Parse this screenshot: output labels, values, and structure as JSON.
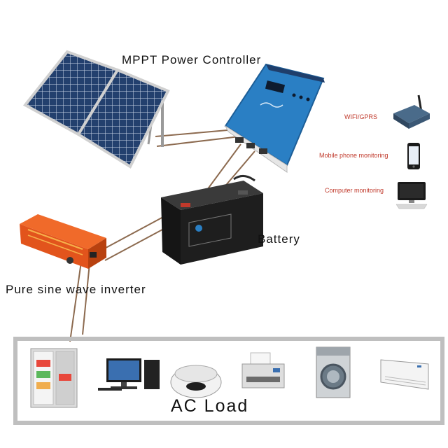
{
  "labels": {
    "controller": "MPPT Power Controller",
    "battery": "Battery",
    "inverter": "Pure sine wave inverter",
    "load": "AC Load",
    "wifi": "WIFI/GPRS",
    "mobile": "Mobile phone monitoring",
    "computer": "Computer monitoring"
  },
  "colors": {
    "controller_blue": "#2a7fc4",
    "inverter_orange": "#e2541c",
    "battery_black": "#1e1e1e",
    "panel_cell": "#23406e",
    "wire": "#8c6a4f",
    "load_frame": "#bfbfbf",
    "monitor_label": "#c0392b"
  },
  "icons": {
    "solar_panel": "solar-panel-icon",
    "controller": "mppt-controller-icon",
    "battery": "battery-icon",
    "inverter": "inverter-icon",
    "wifi_module": "wifi-module-icon",
    "phone": "phone-icon",
    "computer": "computer-monitor-icon",
    "load_items": [
      "refrigerator-icon",
      "desktop-computer-icon",
      "rice-cooker-icon",
      "printer-icon",
      "washing-machine-icon",
      "air-conditioner-icon"
    ]
  }
}
